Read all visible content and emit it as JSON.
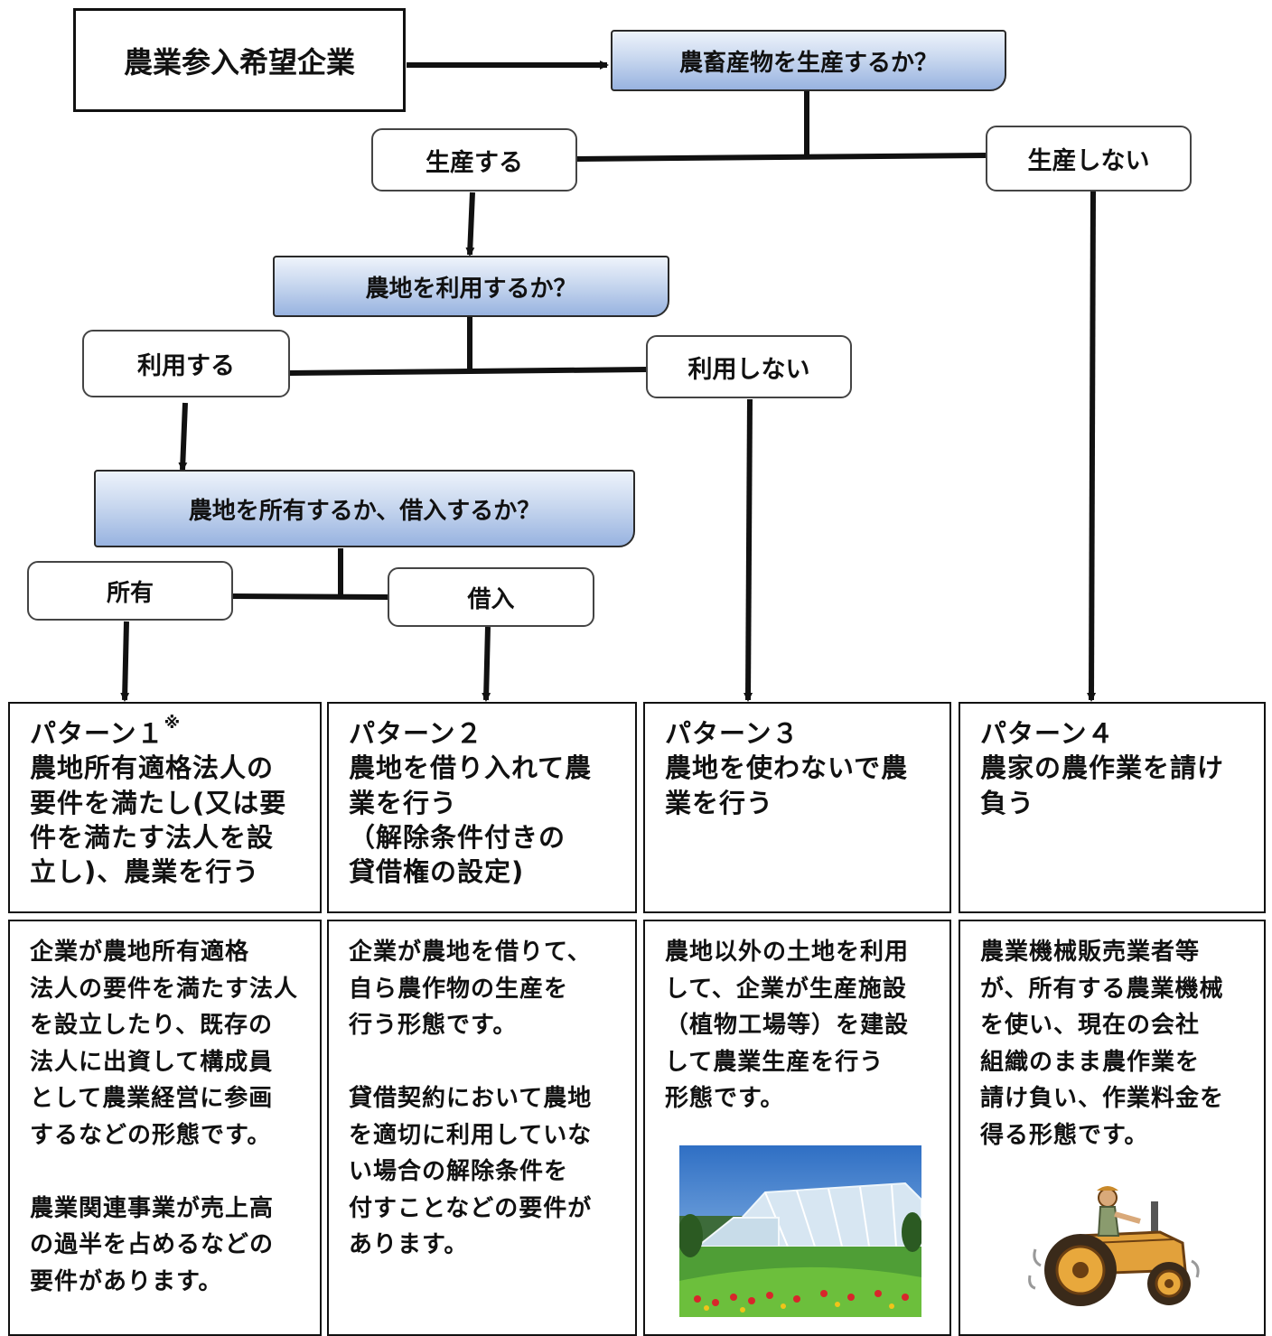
{
  "start": {
    "label": "農業参入希望企業"
  },
  "q1": {
    "label": "農畜産物を生産するか？",
    "yes": "生産する",
    "no": "生産しない"
  },
  "q2": {
    "label": "農地を利用するか？",
    "yes": "利用する",
    "no": "利用しない"
  },
  "q3": {
    "label": "農地を所有するか、借入するか？",
    "own": "所有",
    "lease": "借入"
  },
  "patterns": [
    {
      "title": "パターン１",
      "mark": "※",
      "text": "農地所有適格法人の\n要件を満たし(又は要\n件を満たす法人を設\n立し)、農業を行う",
      "description": "企業が農地所有適格\n法人の要件を満たす法人\nを設立したり、既存の\n法人に出資して構成員\nとして農業経営に参画\nするなどの形態です。\n\n農業関連事業が売上高\nの過半を占めるなどの\n要件があります。"
    },
    {
      "title": "パターン２",
      "mark": "",
      "text": "農地を借り入れて農\n業を行う\n（解除条件付きの\n貸借権の設定)",
      "description": "企業が農地を借りて、\n自ら農作物の生産を\n行う形態です。\n\n貸借契約において農地\nを適切に利用していな\nい場合の解除条件を\n付すことなどの要件が\nあります。"
    },
    {
      "title": "パターン３",
      "mark": "",
      "text": "農地を使わないで農\n業を行う",
      "description": "農地以外の土地を利用\nして、企業が生産施設\n（植物工場等）を建設\nして農業生産を行う\n形態です。"
    },
    {
      "title": "パターン４",
      "mark": "",
      "text": "農家の農作業を請け\n負う",
      "description": "農業機械販売業者等\nが、所有する農業機械\nを使い、現在の会社\n組織のまま農作業を\n請け負い、作業料金を\n得る形態です。"
    }
  ]
}
